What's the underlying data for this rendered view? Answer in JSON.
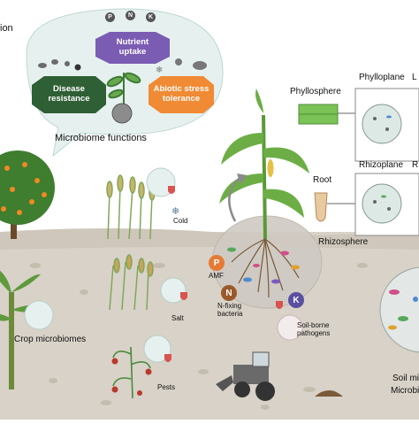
{
  "corner_text": "ion",
  "functions_bubble": {
    "title": "Microbiome functions",
    "nutrient_uptake": "Nutrient\nuptake",
    "disease_resistance": "Disease\nresistance",
    "abiotic_stress": "Abiotic stress\ntolerance",
    "top_nutrients": [
      "P",
      "N",
      "K"
    ],
    "colors": {
      "purple": "#7b5cb3",
      "green": "#2f5f35",
      "orange": "#f08a34"
    }
  },
  "plant_compartments": {
    "phyllosphere": "Phyllosphere",
    "phylloplane": "Phylloplane",
    "phylloplane_cut": "L",
    "root": "Root",
    "rhizoplane": "Rhizoplane",
    "rhizoplane_cut": "R",
    "rhizosphere": "Rhizosphere"
  },
  "stress_labels": {
    "cold": "Cold",
    "salt": "Salt",
    "pests": "Pests"
  },
  "soil_labels": {
    "amf": "AMF",
    "n_fixing": "N-fixing\nbacteria",
    "soil_borne": "Soil-borne\npathogens",
    "crop_microbiomes": "Crop microbiomes",
    "soil_mi": "Soil mi",
    "microbi": "Microbi"
  },
  "nutrient_badges": {
    "p": {
      "letter": "P",
      "color": "#e67a35"
    },
    "n": {
      "letter": "N",
      "color": "#9a5a2a"
    },
    "k": {
      "letter": "K",
      "color": "#5a4fa0"
    }
  },
  "palette": {
    "soil": "#d8d2c8",
    "soil_dark": "#c9c1b4",
    "bubble": "#e6f1ef",
    "shield": "#d9534f"
  }
}
